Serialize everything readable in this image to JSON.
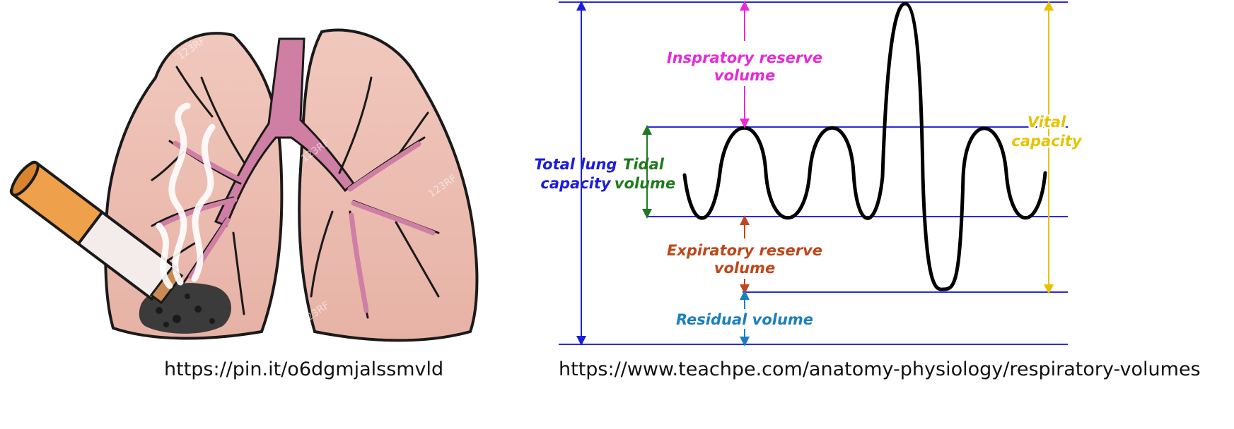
{
  "left_figure": {
    "caption": "https://pin.it/o6dgmjalssmvld",
    "watermark_text": "123RF"
  },
  "right_figure": {
    "caption": "https://www.teachpe.com/anatomy-physiology/respiratory-volumes",
    "labels": {
      "inspiratory_reserve_line1": "Inspratory reserve",
      "inspiratory_reserve_line2": "volume",
      "tidal_line1": "Tidal",
      "tidal_line2": "volume",
      "total_lung_line1": "Total lung",
      "total_lung_line2": "capacity",
      "vital_line1": "Vital",
      "vital_line2": "capacity",
      "expiratory_reserve_line1": "Expiratory reserve",
      "expiratory_reserve_line2": "volume",
      "residual": "Residual volume"
    },
    "colors": {
      "reference_lines": "#2b2bdc",
      "total_lung": "#1c1cdc",
      "inspiratory_reserve": "#e62ad8",
      "tidal": "#1f7a1f",
      "vital": "#e6c200",
      "expiratory_reserve": "#c0461c",
      "residual": "#1a7fc0",
      "trace": "#000000"
    }
  }
}
